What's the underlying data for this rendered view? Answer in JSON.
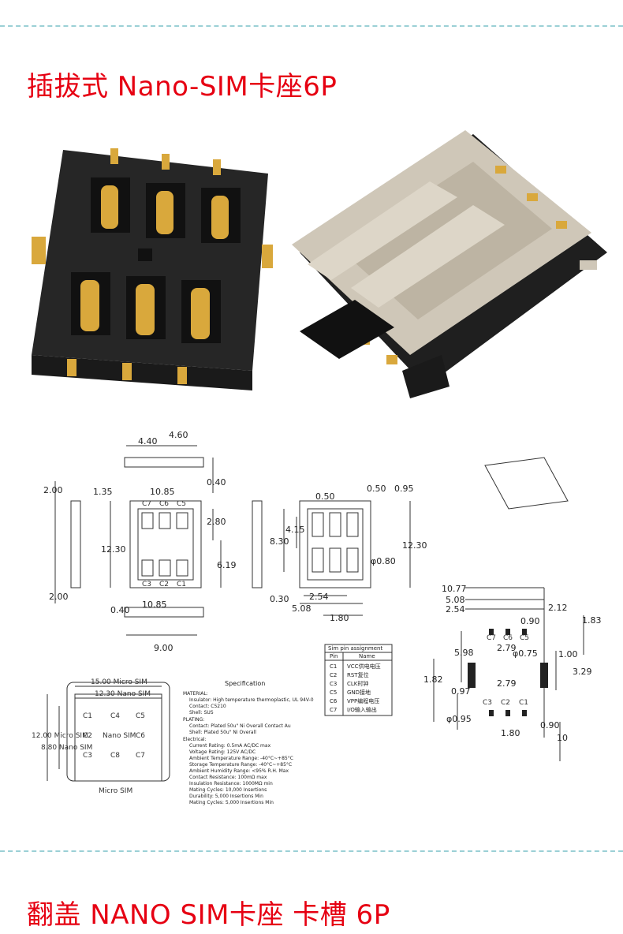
{
  "header": {
    "title": "插拔式 Nano-SIM卡座6P"
  },
  "footer": {
    "title": "翻盖 NANO SIM卡座 卡槽 6P"
  },
  "drawing": {
    "top_view_dims": {
      "w460": "4.60",
      "w440": "4.40",
      "h040": "0.40",
      "h200": "2.00",
      "h135": "1.35",
      "w1085": "10.85",
      "h1230": "12.30",
      "h280": "2.80",
      "h619": "6.19",
      "h200b": "2.00",
      "h040b": "0.40",
      "w1085b": "10.85",
      "w900": "9.00"
    },
    "top_contacts_upper": [
      "C7",
      "C6",
      "C5"
    ],
    "top_contacts_lower": [
      "C3",
      "C2",
      "C1"
    ],
    "side_dims": {
      "d030": "0.30"
    },
    "footprint_dims": {
      "d050": "0.50",
      "d050b": "0.50",
      "d095": "0.95",
      "d415": "4.15",
      "d830": "8.30",
      "d1230": "12.30",
      "d080": "φ0.80",
      "d254": "2.54",
      "d508": "5.08",
      "d180": "1.80"
    },
    "pad_dims": {
      "d1077": "10.77",
      "d508": "5.08",
      "d254": "2.54",
      "d212": "2.12",
      "d183": "1.83",
      "d090": "0.90",
      "d279": "2.79",
      "d598": "5.98",
      "d075": "φ0.75",
      "d100": "1.00",
      "d182": "1.82",
      "d097": "0.97",
      "d329": "3.29",
      "d279b": "2.79",
      "d095": "φ0.95",
      "d180": "1.80",
      "d090b": "0.90",
      "d10": "10"
    },
    "pad_labels_upper": [
      "C7",
      "C6",
      "C5"
    ],
    "pad_labels_lower": [
      "C3",
      "C2",
      "C1"
    ],
    "sim_card": {
      "width_label": "15.00 Micro SIM",
      "inner_label": "12.30 Nano SIM",
      "height_label": "12.00 Micro SIM",
      "height_inner": "8.80 Nano SIM",
      "contacts": [
        "C1",
        "C4",
        "C5",
        "C2",
        "Nano SIM",
        "C6",
        "C3",
        "C8",
        "C7"
      ],
      "bottom_label": "Micro SIM"
    },
    "table": {
      "title": "Sim pin assignment",
      "header": [
        "Pin",
        "Name"
      ],
      "rows": [
        [
          "C1",
          "VCC供电电压"
        ],
        [
          "C2",
          "RST复位"
        ],
        [
          "C3",
          "CLK时钟"
        ],
        [
          "C5",
          "GND接地"
        ],
        [
          "C6",
          "VPP编程电压"
        ],
        [
          "C7",
          "I/O输入输出"
        ]
      ]
    },
    "spec": {
      "title": "Specification",
      "lines": [
        "MATERIAL:",
        "Insulator: High temperature thermoplastic, UL 94V-0",
        "Contact: C5210",
        "Shell: SUS",
        "PLATING:",
        "Contact: Plated 50u\" Ni Overall Contact Au",
        "Shell: Plated 50u\" Ni Overall",
        "Electrical:",
        "Current Rating: 0.5mA AC/DC max",
        "Voltage Rating: 125V AC/DC",
        "Ambient Temperature Range: -40°C~+85°C",
        "Storage Temperature Range: -40°C~+85°C",
        "Ambient Humidity Range: <95% R.H. Max",
        "Contact Resistance: 100mΩ max",
        "Insulation Resistance: 1000MΩ min",
        "Mating Cycles: 10,000 Insertions",
        "Durability: 5,000 Insertions Min",
        "Mating Cycles: 5,000 Insertions Min"
      ]
    }
  },
  "colors": {
    "title_red": "#e60012",
    "divider_cyan": "#9bd0d6",
    "housing": "#2a2a2a",
    "gold": "#d9a83c",
    "steel": "#cfc7b8"
  }
}
